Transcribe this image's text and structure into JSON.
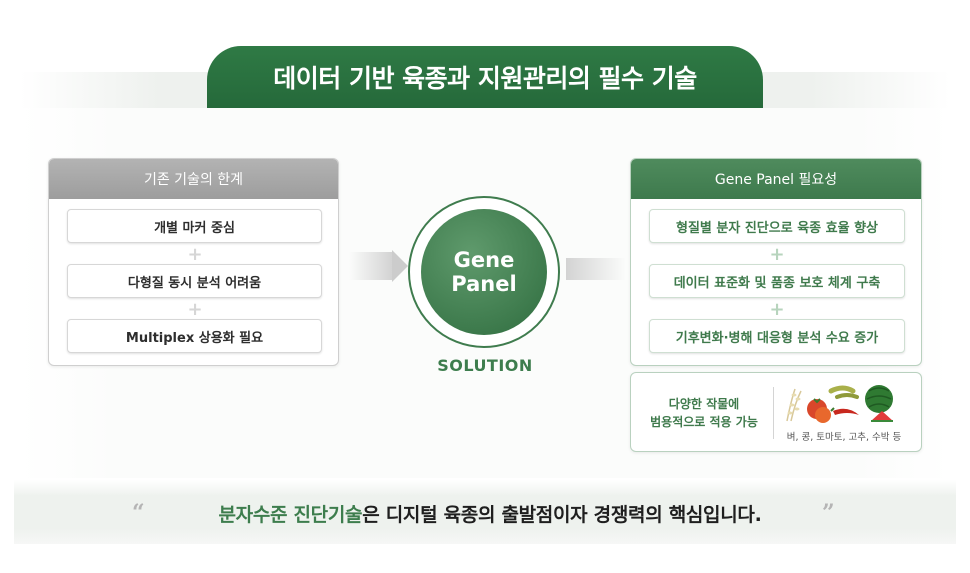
{
  "title": "데이터 기반 육종과 지원관리의 필수 기술",
  "left_card": {
    "header": "기존 기술의 한계",
    "items": [
      "개별 마커 중심",
      "다형질 동시 분석 어려움",
      "Multiplex 상용화 필요"
    ],
    "plus": "+"
  },
  "center": {
    "line1": "Gene",
    "line2": "Panel",
    "label": "SOLUTION"
  },
  "right_card": {
    "header": "Gene Panel 필요성",
    "items": [
      "형질별 분자 진단으로 육종 효율 향상",
      "데이터 표준화 및 품종 보호 체계 구축",
      "기후변화·병해 대응형 분석 수요 증가"
    ],
    "plus": "+"
  },
  "crop_card": {
    "line1": "다양한 작물에",
    "line2": "범용적으로 적용 가능",
    "caption": "벼, 콩, 토마토, 고추, 수박 등"
  },
  "bottom": {
    "quote_open": "“",
    "highlight": "분자수준 진단기술",
    "rest": "은 디지털 육종의 출발점이자 경쟁력의 핵심입니다.",
    "quote_close": "”"
  },
  "colors": {
    "primary_green": "#2f7a45",
    "accent_green": "#3d7d4d",
    "gray_header": "#a8a8a8"
  }
}
